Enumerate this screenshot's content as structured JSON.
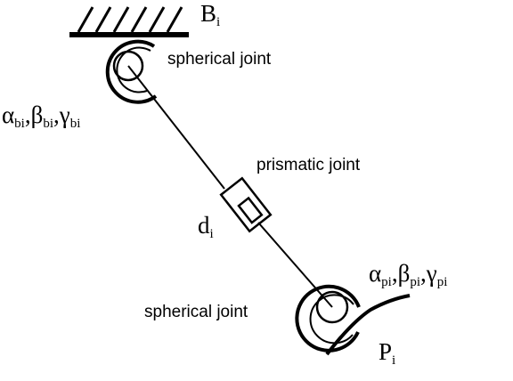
{
  "labels": {
    "base_name": {
      "main": "B",
      "sub": "i"
    },
    "base_joint": "spherical joint",
    "base_angles": {
      "a": "α",
      "a_sub": "bi",
      "b": "β",
      "b_sub": "bi",
      "g": "γ",
      "g_sub": "bi",
      "sep": ","
    },
    "prismatic_joint": "prismatic joint",
    "length": {
      "main": "d",
      "sub": "i"
    },
    "platform_angles": {
      "a": "α",
      "a_sub": "pi",
      "b": "β",
      "b_sub": "pi",
      "g": "γ",
      "g_sub": "pi",
      "sep": ","
    },
    "platform_joint": "spherical joint",
    "platform_name": {
      "main": "P",
      "sub": "i"
    }
  },
  "colors": {
    "ink": "#000000",
    "background": "#ffffff"
  }
}
